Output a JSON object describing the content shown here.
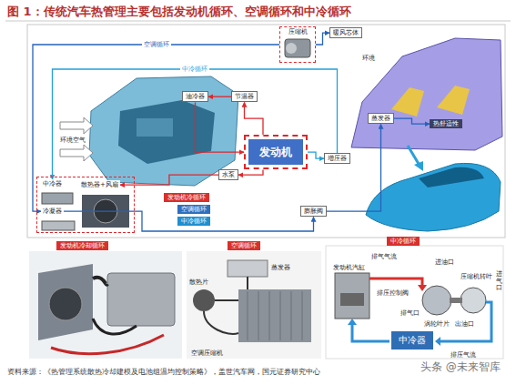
{
  "diagram": {
    "title": "图 1：传统汽车热管理主要包括发动机循环、空调循环和中冷循环",
    "caption": "资料来源：《热管理系统散热冷却建模及电池组温均控制策略》，盖世汽车网，国元证券研究中心",
    "nodes": [
      {
        "text": [
          "压缩机"
        ]
      },
      {
        "text": [
          "暖风芯体"
        ]
      },
      {
        "text": [
          "油冷器"
        ]
      },
      {
        "text": [
          "节温器"
        ]
      },
      {
        "text": [
          "发动机"
        ]
      },
      {
        "text": [
          "水泵"
        ]
      },
      {
        "text": [
          "增压器"
        ]
      },
      {
        "text": [
          "蒸发器"
        ]
      },
      {
        "text": [
          "膨胀阀"
        ]
      },
      {
        "text": [
          "热舒适性"
        ]
      },
      {
        "text": []
      },
      {
        "text": [
          "中冷器"
        ],
        "in": 10
      },
      {
        "text": [
          "散热器+风扇"
        ],
        "in": 10
      },
      {
        "text": [
          "冷凝器"
        ],
        "in": 10
      },
      {
        "text": [
          "发动机冷循环"
        ]
      },
      {
        "text": [
          "空调循环"
        ]
      },
      {
        "text": [
          "中冷循环"
        ]
      },
      {
        "text": [
          "发动机冷却循环"
        ]
      },
      {
        "text": [
          "空调循环"
        ]
      },
      {
        "text": [
          "中冷循环"
        ]
      },
      {
        "text": [
          "中冷器"
        ]
      }
    ],
    "edges": [
      {
        "from": 4,
        "to": 3,
        "arrow": "to"
      },
      {
        "from": 3,
        "to": 2,
        "arrow": "to"
      },
      {
        "from": 2,
        "to": 4,
        "arrow": "to"
      },
      {
        "from": 4,
        "to": 5,
        "arrow": "to"
      },
      {
        "from": 4,
        "to": 6,
        "arrow": "to"
      },
      {
        "from": 0,
        "to": 1,
        "arrow": "to"
      },
      {
        "from": 8,
        "to": 7,
        "arrow": "to"
      },
      {
        "from": 7,
        "to": 9,
        "arrow": "to"
      },
      {
        "from": 13,
        "to": 8,
        "arrow": "to"
      },
      {
        "from": 5,
        "to": 12,
        "arrow": "to"
      },
      {
        "from": 6,
        "to": 11,
        "label": "中冷循环",
        "arrow": "to"
      },
      {
        "from": 0,
        "to": 13,
        "label": "空调循环",
        "arrow": "to"
      }
    ],
    "labels": [
      "环境",
      "环境空气",
      "蒸发器",
      "散热片",
      "空调压缩机",
      "排气气流",
      "发动机汽缸",
      "进油口",
      "压缩机转叶",
      "进气口",
      "排压控制阀",
      "排气口",
      "出油口",
      "涡轮叶片",
      "排压气流",
      "头条 @未来智库"
    ]
  }
}
